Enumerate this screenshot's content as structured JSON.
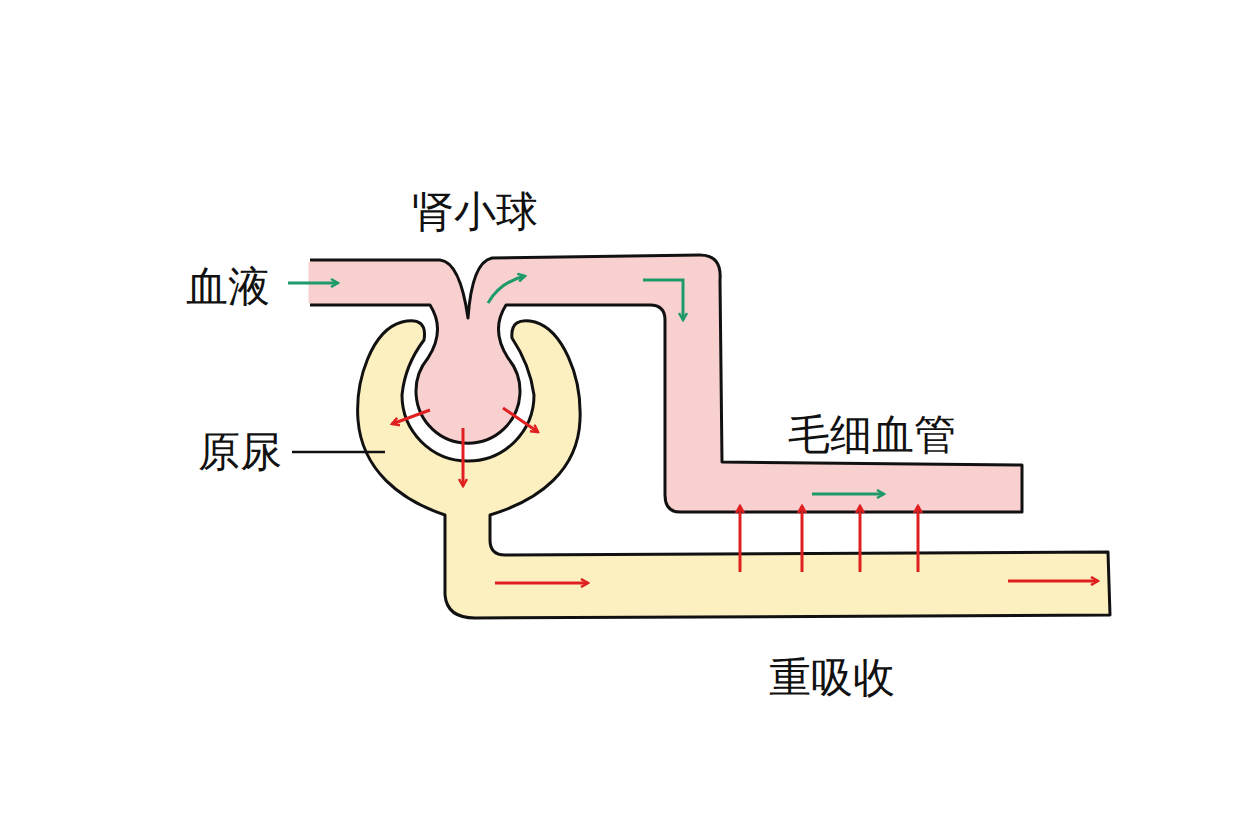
{
  "diagram": {
    "labels": [
      "肾小球",
      "血液",
      "原尿",
      "毛细血管",
      "重吸收"
    ]
  }
}
